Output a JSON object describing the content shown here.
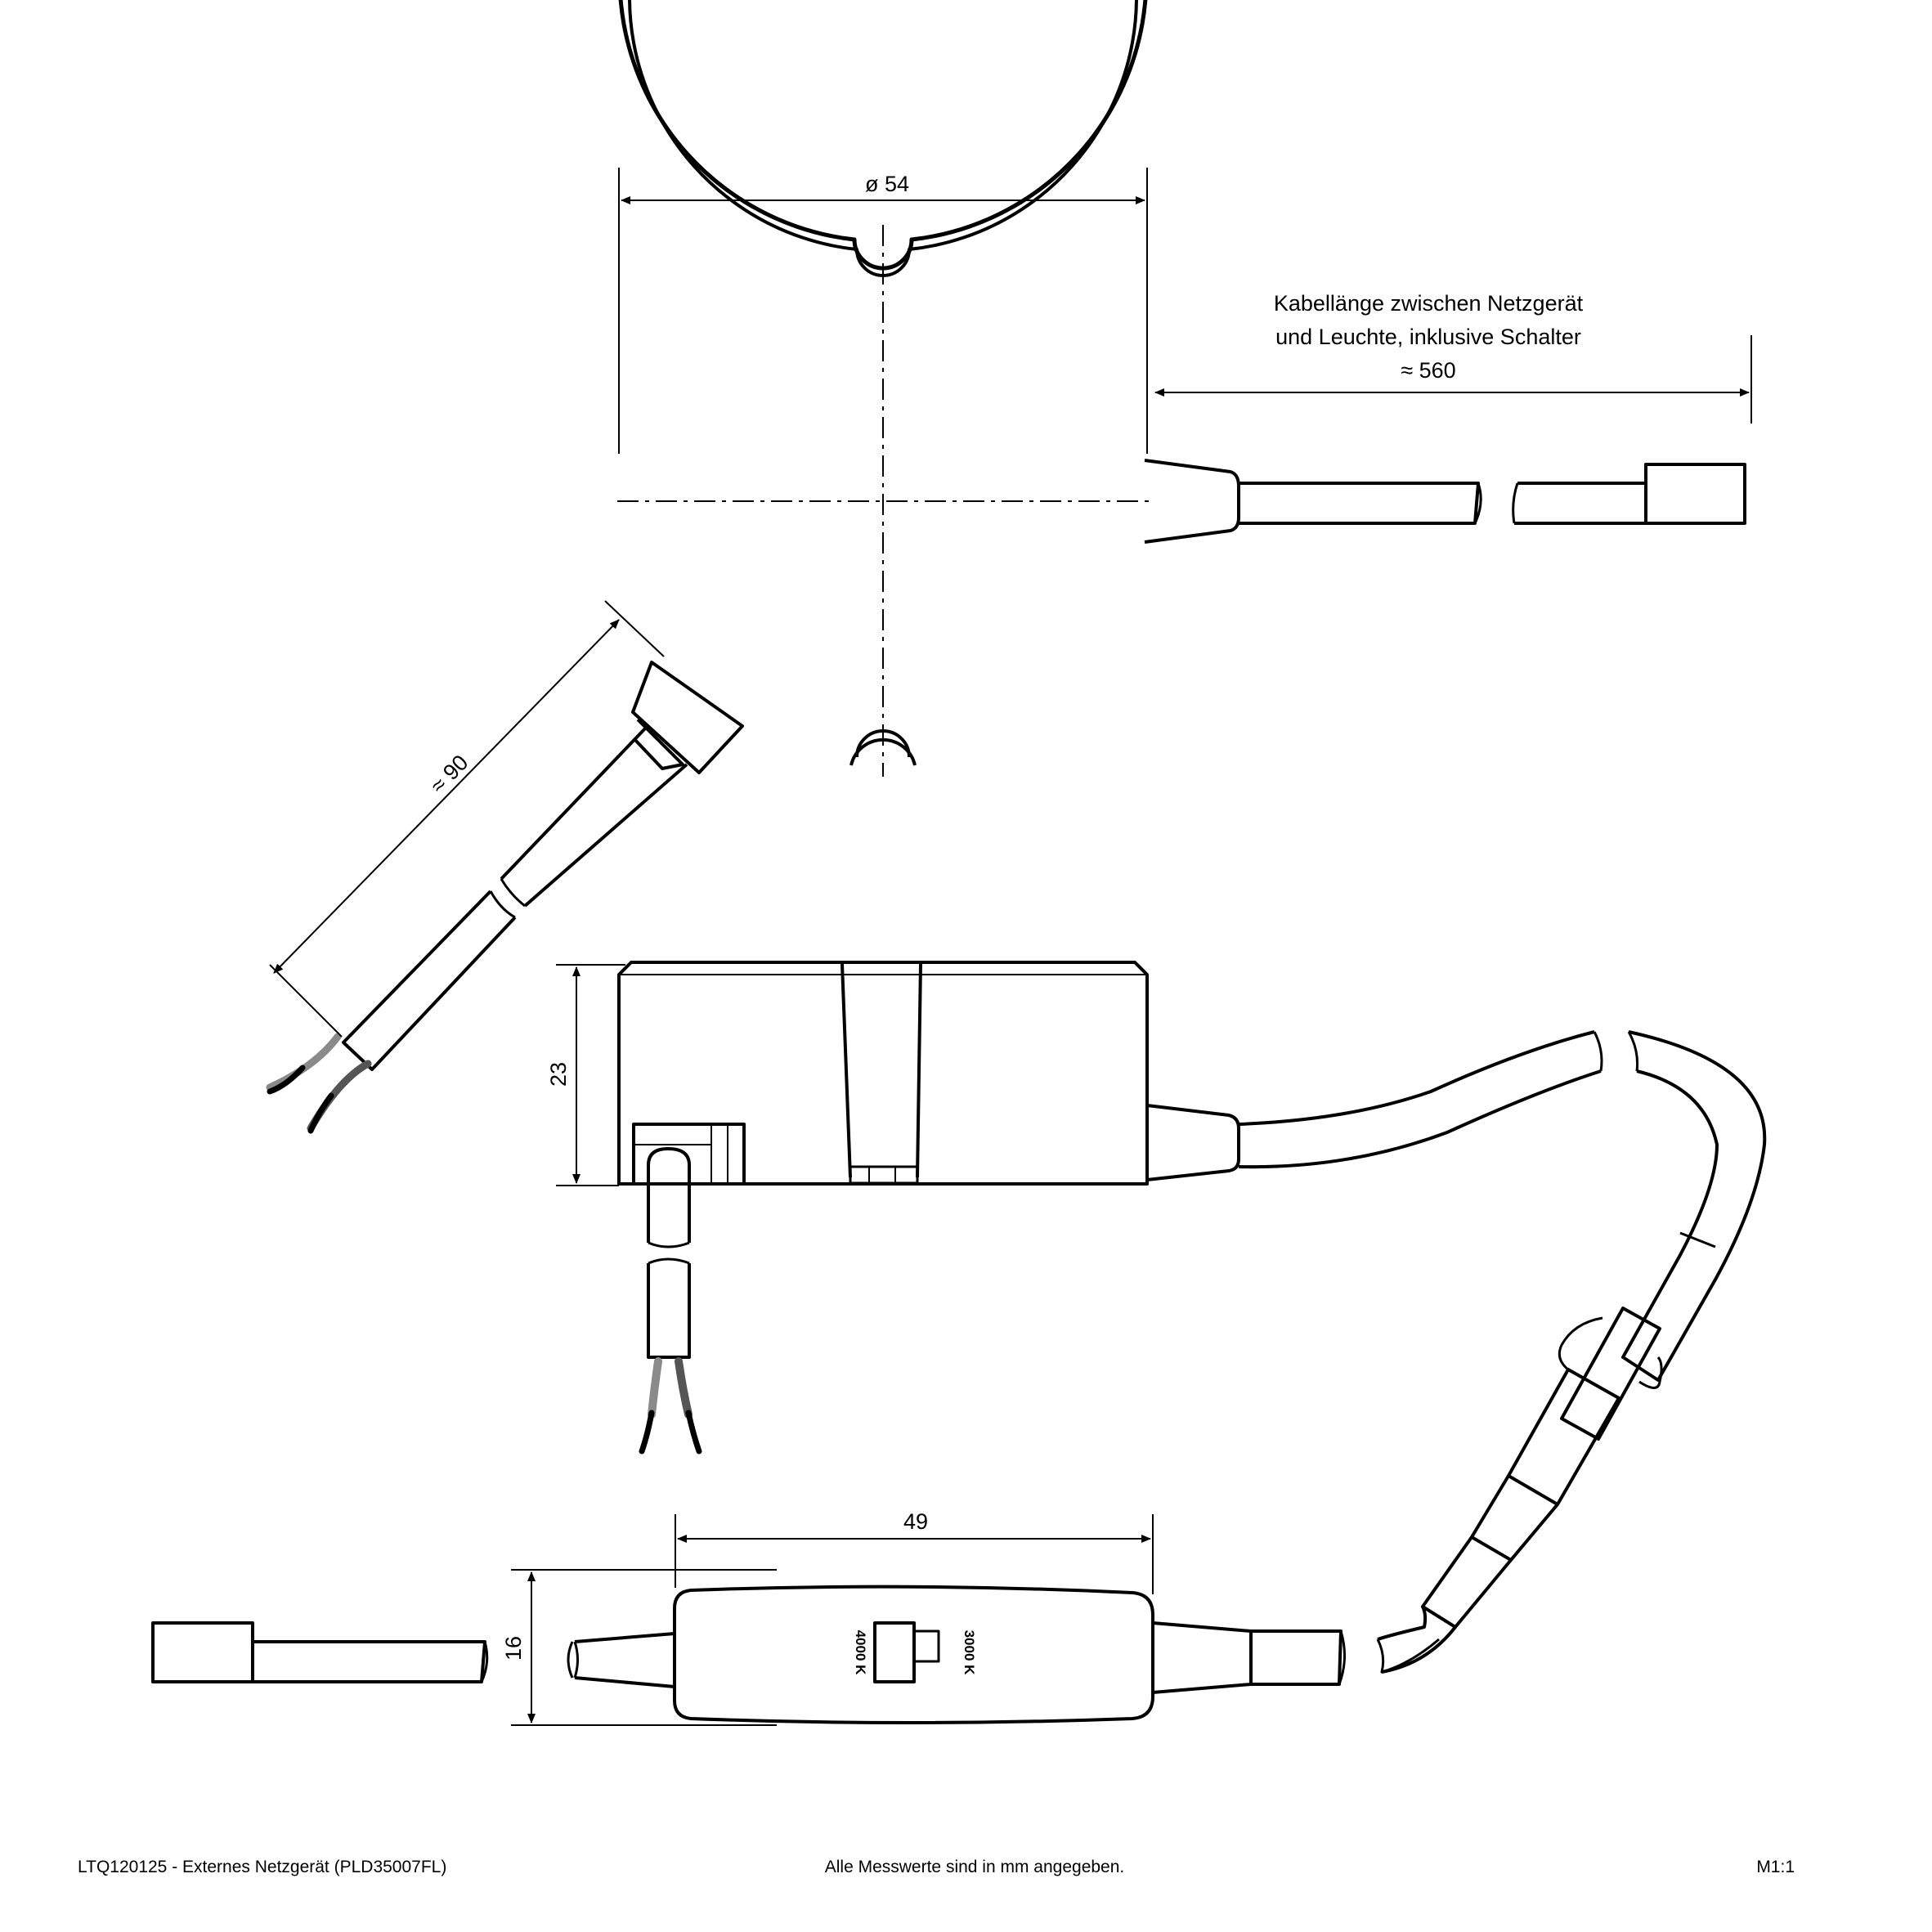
{
  "dimensions": {
    "diameter": "ø 54",
    "cable_note_line1": "Kabellänge zwischen Netzgerät",
    "cable_note_line2": "und Leuchte, inklusive Schalter",
    "cable_length": "≈ 560",
    "lead_length": "≈ 90",
    "height": "23",
    "switch_length": "49",
    "switch_height": "16"
  },
  "switch": {
    "label_left": "4000 K",
    "label_right": "3000 K"
  },
  "footer": {
    "left": "LTQ120125 - Externes Netzgerät (PLD35007FL)",
    "center": "Alle Messwerte sind in mm angegeben.",
    "right": "M1:1"
  },
  "colors": {
    "line": "#000000",
    "wire_gray": "#8a8a8a",
    "wire_dark": "#555555"
  }
}
